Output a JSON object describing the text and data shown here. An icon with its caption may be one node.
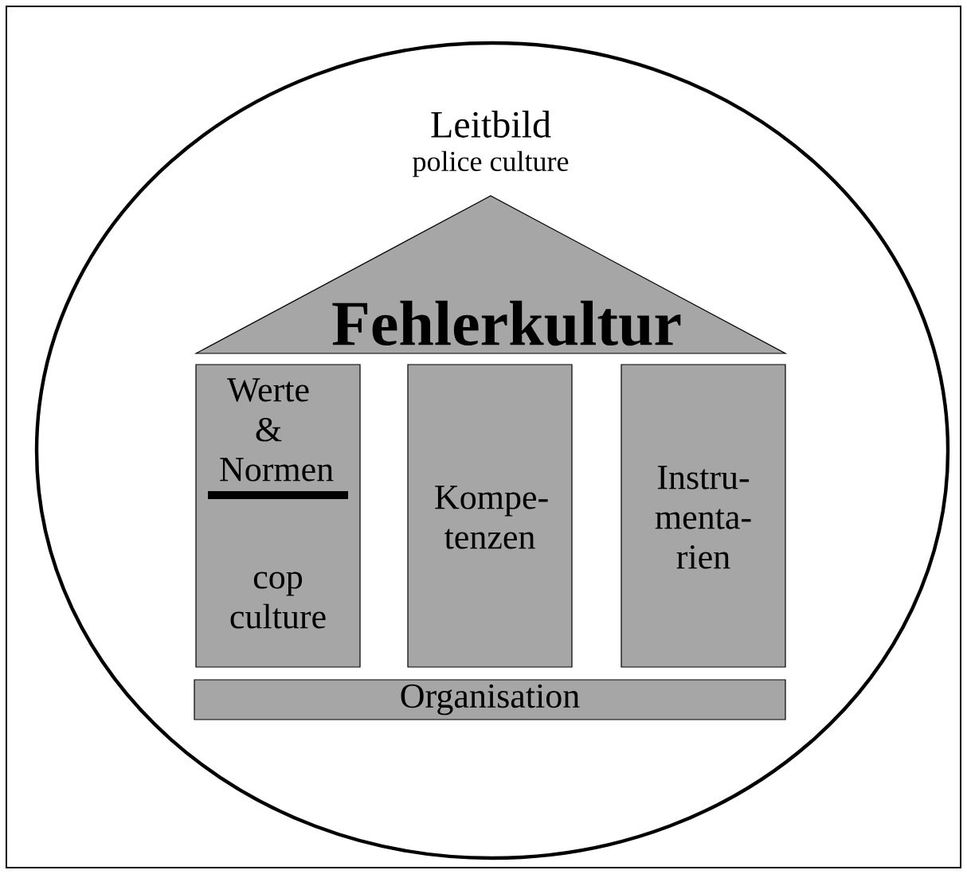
{
  "diagram": {
    "nodes": [
      {
        "text": [
          "Leitbild",
          "police culture"
        ]
      },
      {
        "text": [
          "Fehlerkultur"
        ],
        "in": 0
      },
      {
        "text": [
          "Werte & Normen",
          "cop culture"
        ],
        "in": 0
      },
      {
        "text": [
          "Kompe- tenzen"
        ],
        "in": 0
      },
      {
        "text": [
          "Instru- menta- rien"
        ],
        "in": 0
      },
      {
        "text": [
          "Organisation"
        ],
        "in": 0
      }
    ]
  }
}
